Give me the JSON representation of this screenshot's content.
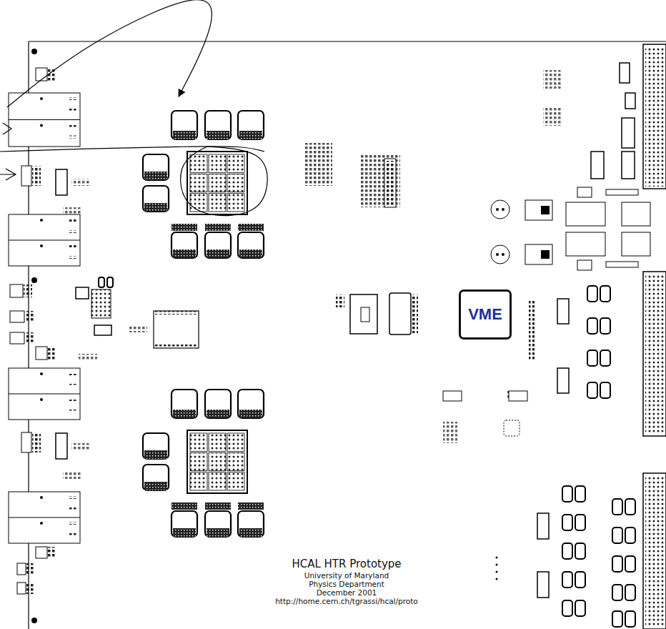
{
  "diagram": {
    "nodes": [
      {
        "text": [
          "VME"
        ]
      }
    ],
    "labels": [
      "HCAL HTR Prototype",
      "University of Maryland",
      "Physics Department",
      "December 2001",
      "http://home.cern.ch/tgrassi/hcal/proto"
    ]
  }
}
